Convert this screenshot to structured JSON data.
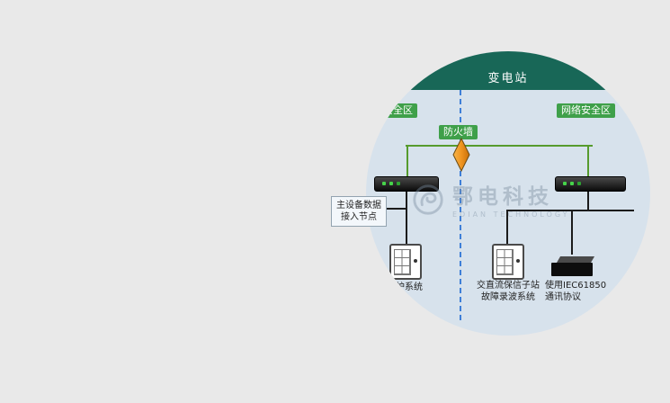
{
  "colors": {
    "page_background": "#e9e9e9",
    "diagram_background": "#d7e2ec",
    "header_green": "#186757",
    "badge_green": "#3fa04a",
    "bus_line_green": "#569b2d",
    "security_boundary_blue": "#3e7fd8",
    "firewall_orange": "#ef9420"
  },
  "diagram": {
    "header_title": "变电站",
    "zones": {
      "left_label": "网络安全区",
      "right_label": "网络安全区"
    },
    "firewall": {
      "label": "防火墙",
      "icon": "firewall-icon"
    },
    "node_label": {
      "line1": "主设备数据",
      "line2": "接入节点"
    },
    "devices": {
      "switch_left": "network-switch-device",
      "switch_right": "network-switch-device",
      "relay_left": "relay-panel-device",
      "relay_center": "relay-panel-device",
      "recorder": "fault-recorder-device"
    },
    "captions": {
      "left": "保护系统",
      "center_line1": "交直流保信子站",
      "center_line2": "故障录波系统",
      "right_line1": "使用IEC61850",
      "right_line2": "通讯协议"
    },
    "watermark": {
      "cn": "鄂电科技",
      "en": "EDIAN TECHNOLOGY",
      "icon": "watermark-logo-icon"
    }
  }
}
